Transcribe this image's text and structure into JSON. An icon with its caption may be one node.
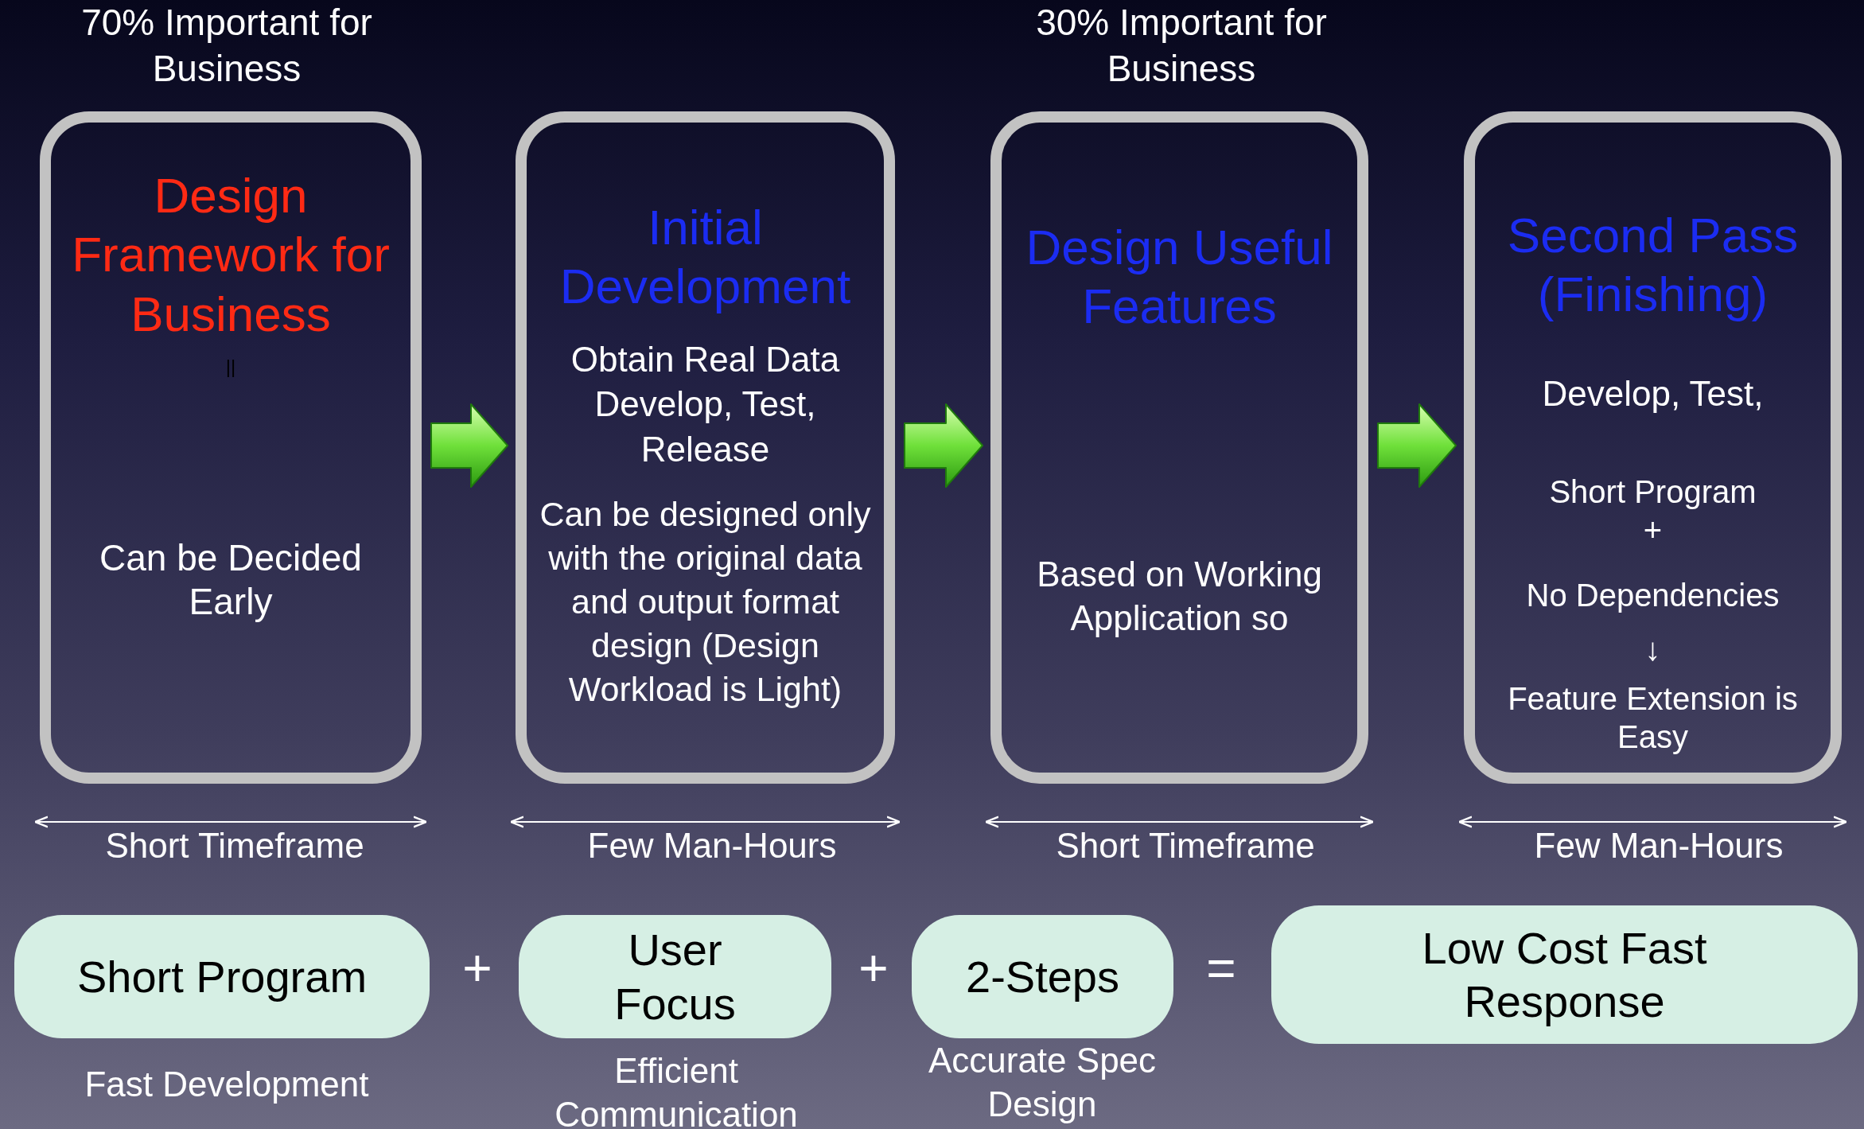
{
  "diagram": {
    "nodes": [
      {
        "text": [
          "Design Framework for Business",
          "||",
          "Can be Decided Early"
        ],
        "beside": [
          "70% Important for Business",
          "Short Timeframe"
        ]
      },
      {
        "text": [
          "Initial Development",
          "Obtain Real Data Develop, Test, Release",
          "Can be designed only with the original data and output format design (Design Workload is Light)"
        ],
        "beside": [
          "Few Man-Hours"
        ]
      },
      {
        "text": [
          "Design Useful Features",
          "Based on Working Application so"
        ],
        "beside": [
          "30% Important for Business",
          "Short Timeframe"
        ]
      },
      {
        "text": [
          "Second Pass (Finishing)",
          "Develop, Test,",
          "Short Program",
          "+",
          "No Dependencies",
          "↓",
          "Feature Extension is Easy"
        ],
        "beside": [
          "Few Man-Hours"
        ]
      },
      {
        "text": [
          "Short Program"
        ],
        "beside": [
          "Fast Development"
        ]
      },
      {
        "text": [
          "User Focus"
        ],
        "beside": [
          "Efficient Communication"
        ]
      },
      {
        "text": [
          "2-Steps"
        ],
        "beside": [
          "Accurate Spec Design"
        ]
      },
      {
        "text": [
          "Low Cost Fast Response"
        ]
      }
    ],
    "edges": [
      {
        "from": 0,
        "to": 1,
        "arrow": "to"
      },
      {
        "from": 1,
        "to": 2,
        "arrow": "to"
      },
      {
        "from": 2,
        "to": 3,
        "arrow": "to"
      }
    ],
    "labels": [
      "+",
      "+",
      "="
    ]
  }
}
